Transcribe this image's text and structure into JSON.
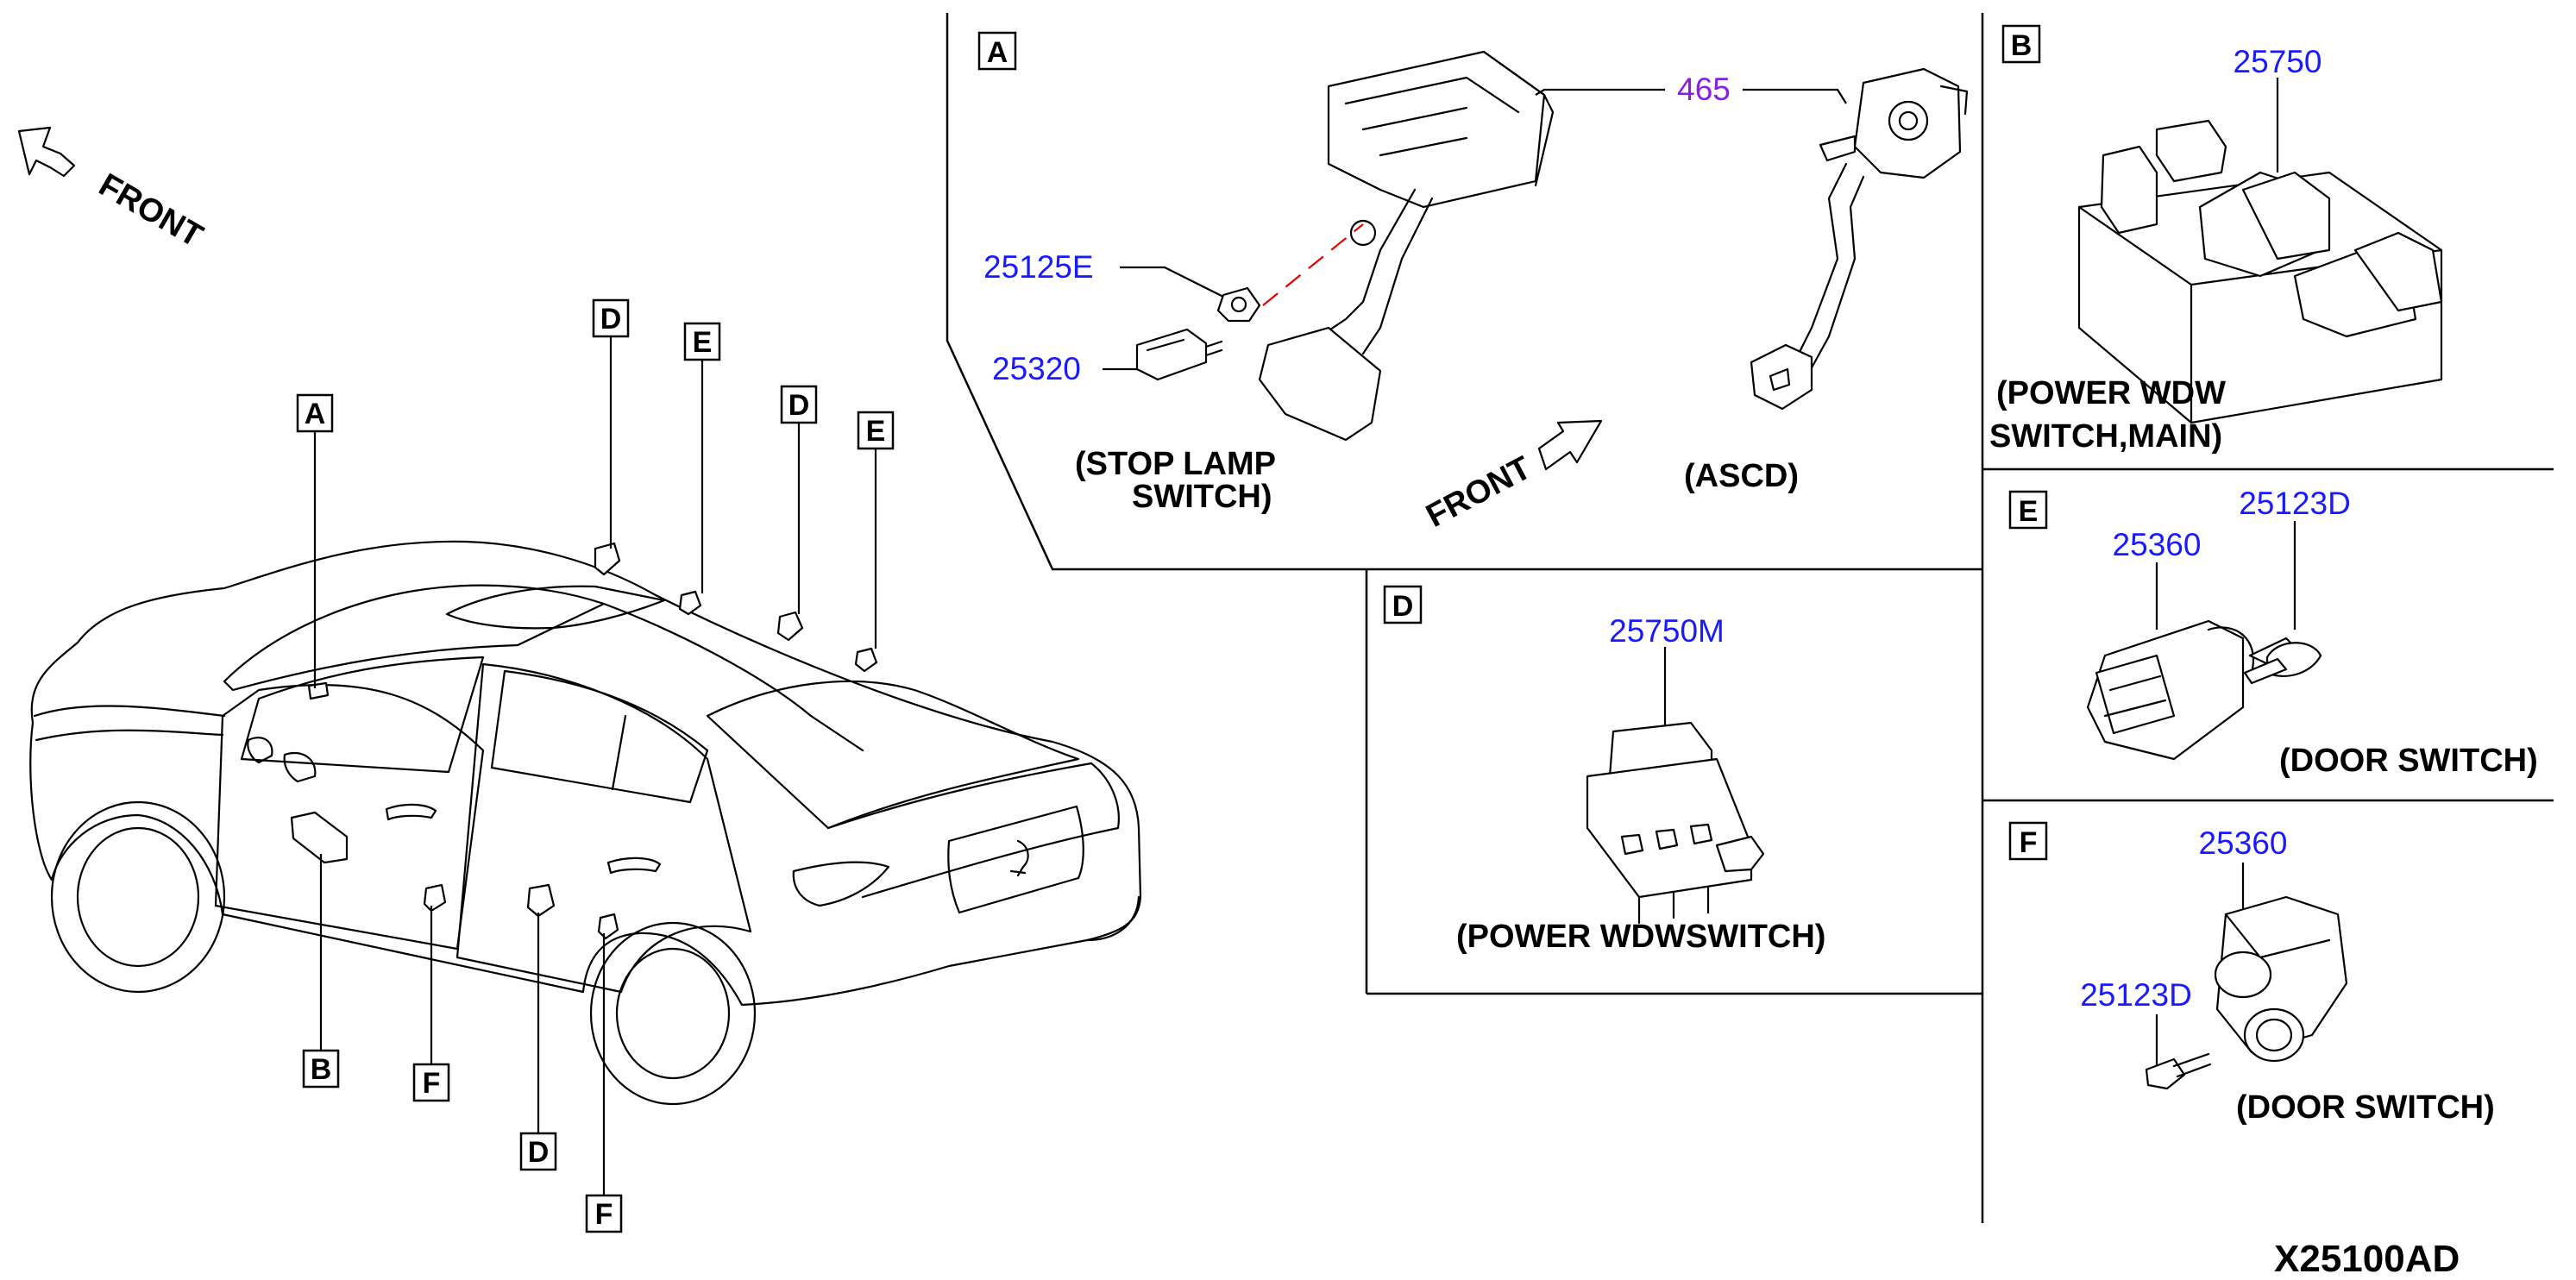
{
  "drawing_id": "X25100AD",
  "front_label_overview": "FRONT",
  "front_label_section_a": "FRONT",
  "callouts": {
    "A": "A",
    "B": "B",
    "D": "D",
    "E": "E",
    "F": "F"
  },
  "section_a": {
    "letter": "A",
    "parts": {
      "p465": "465",
      "p25125E": "25125E",
      "p25320": "25320"
    },
    "caption_stop_lamp_line1": "(STOP LAMP",
    "caption_stop_lamp_line2": "SWITCH)",
    "caption_ascd": "(ASCD)"
  },
  "section_b": {
    "letter": "B",
    "parts": {
      "p25750": "25750"
    },
    "caption_line1": "(POWER WDW",
    "caption_line2": "SWITCH,MAIN)"
  },
  "section_d": {
    "letter": "D",
    "parts": {
      "p25750M": "25750M"
    },
    "caption": "(POWER WDWSWITCH)"
  },
  "section_e": {
    "letter": "E",
    "parts": {
      "p25360": "25360",
      "p25123D": "25123D"
    },
    "caption": "(DOOR SWITCH)"
  },
  "section_f": {
    "letter": "F",
    "parts": {
      "p25360": "25360",
      "p25123D": "25123D"
    },
    "caption": "(DOOR SWITCH)"
  },
  "colors": {
    "part_number": "#1a1aff",
    "part_number_highlight": "#8a1ee6",
    "dashed_leader": "#e60000",
    "line": "#000000"
  }
}
